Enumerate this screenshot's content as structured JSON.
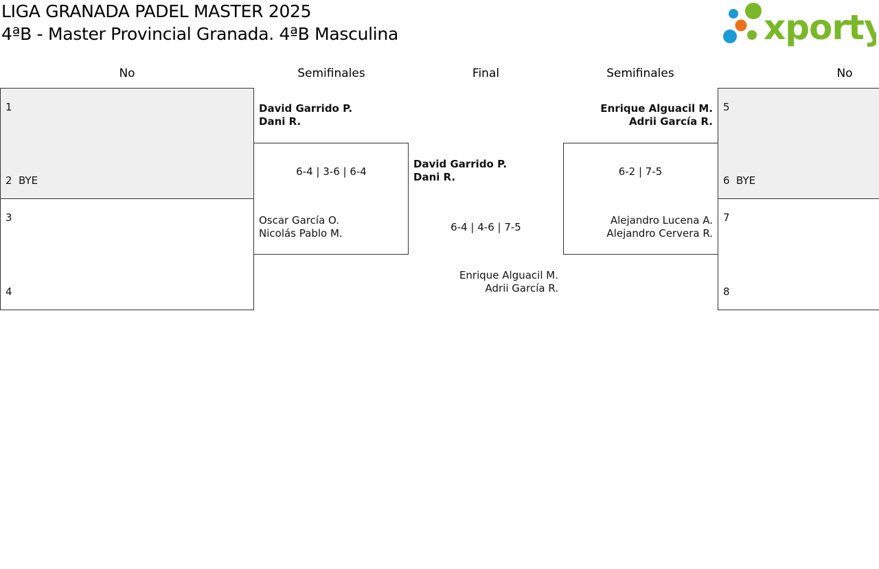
{
  "header": {
    "title": "LIGA GRANADA PADEL MASTER 2025",
    "subtitle": "4ªB - Master Provincial Granada. 4ªB Masculina",
    "logo_text": "xporty"
  },
  "columns": {
    "left_round": "No",
    "left_semis": "Semifinales",
    "final": "Final",
    "right_semis": "Semifinales",
    "right_round": "No"
  },
  "left_draw": {
    "slot1": {
      "num": "1",
      "name": ""
    },
    "slot2": {
      "num": "2",
      "name": "BYE"
    },
    "slot3": {
      "num": "3",
      "name": ""
    },
    "slot4": {
      "num": "4",
      "name": ""
    }
  },
  "right_draw": {
    "slot5": {
      "num": "5",
      "name": ""
    },
    "slot6": {
      "num": "6",
      "name": "BYE"
    },
    "slot7": {
      "num": "7",
      "name": ""
    },
    "slot8": {
      "num": "8",
      "name": ""
    }
  },
  "left_semi": {
    "top_team": {
      "p1": "David Garrido P.",
      "p2": "Dani R."
    },
    "score": "6-4 | 3-6 | 6-4",
    "bottom_team": {
      "p1": "Oscar García O.",
      "p2": "Nicolás Pablo M."
    }
  },
  "right_semi": {
    "top_team": {
      "p1": "Enrique Alguacil M.",
      "p2": "Adrii García R."
    },
    "score": "6-2 | 7-5",
    "bottom_team": {
      "p1": "Alejandro Lucena A.",
      "p2": "Alejandro Cervera R."
    }
  },
  "final": {
    "winner": {
      "p1": "David Garrido P.",
      "p2": "Dani R."
    },
    "score": "6-4 | 4-6 | 7-5",
    "runner_up": {
      "p1": "Enrique Alguacil M.",
      "p2": "Adrii García R."
    }
  },
  "colors": {
    "logo_green": "#7ab829",
    "logo_blue": "#1c9ad6",
    "logo_orange": "#e87319",
    "bye_fill": "#efefef",
    "border": "#333333"
  }
}
